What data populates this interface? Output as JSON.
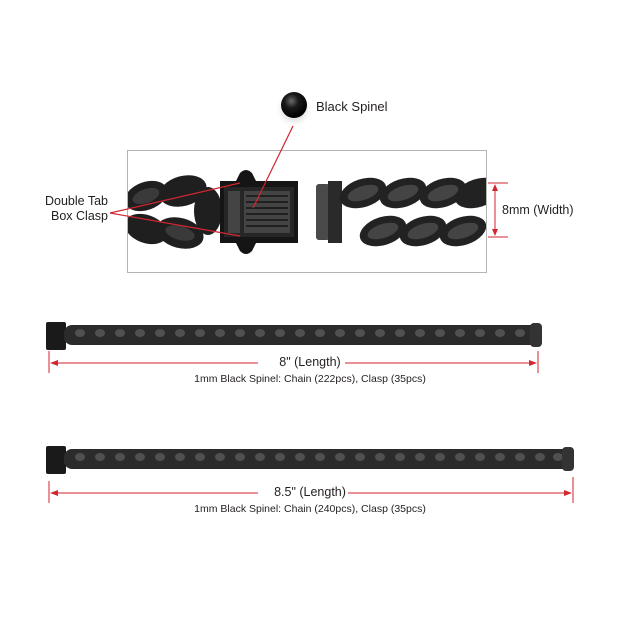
{
  "gem": {
    "label": "Black Spinel",
    "icon": "gemstone-icon"
  },
  "detail": {
    "clasp_label_line1": "Double Tab",
    "clasp_label_line2": "Box Clasp",
    "width_label": "8mm (Width)"
  },
  "bracelets": [
    {
      "length_label": "8\" (Length)",
      "spec_label": "1mm Black Spinel: Chain (222pcs), Clasp (35pcs)"
    },
    {
      "length_label": "8.5\" (Length)",
      "spec_label": "1mm Black Spinel: Chain (240pcs), Clasp (35pcs)"
    }
  ],
  "colors": {
    "accent_red": "#d22630",
    "metal_black": "#1c1c1c",
    "frame_gray": "#b3b3b3"
  }
}
